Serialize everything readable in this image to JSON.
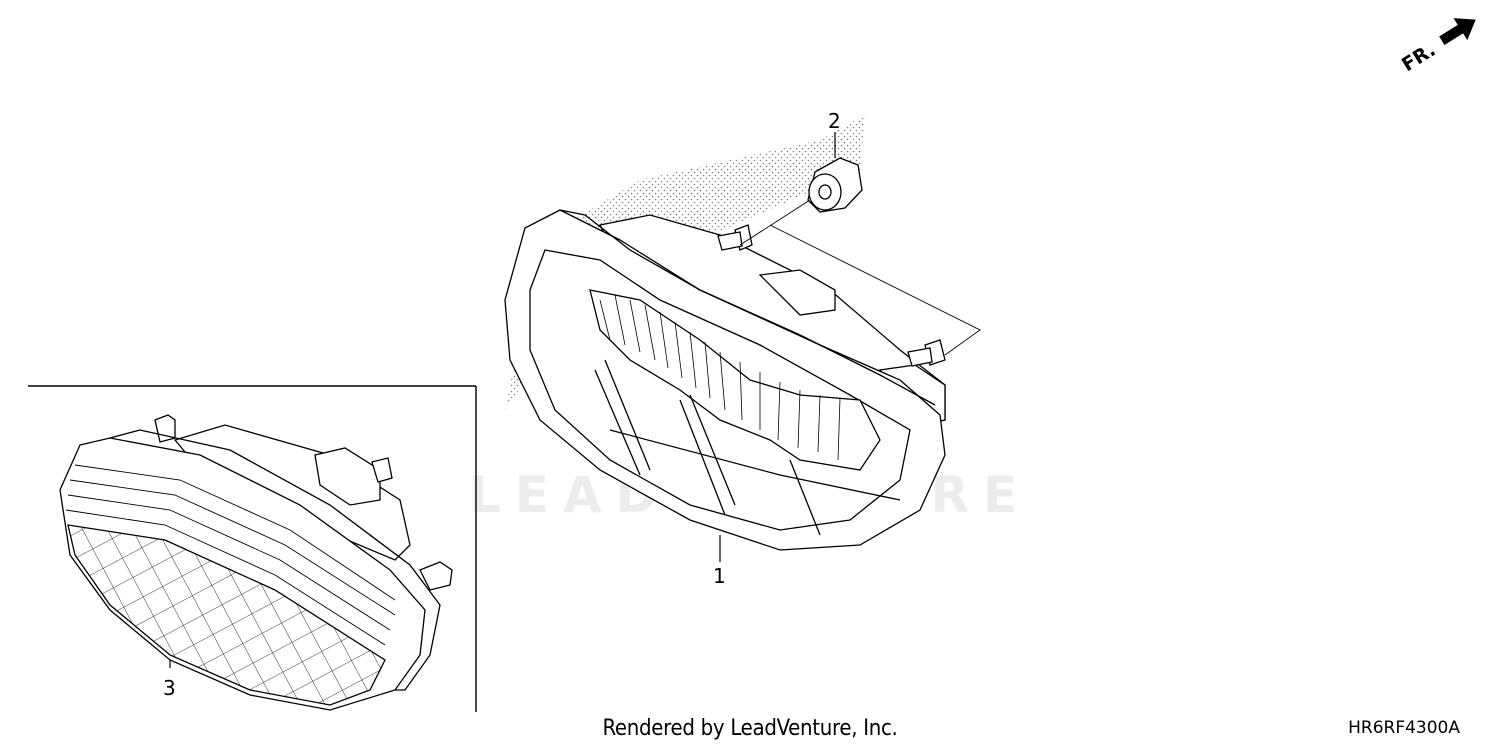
{
  "callouts": {
    "part1": "1",
    "part2": "2",
    "part3": "3"
  },
  "orientation_label": "FR.",
  "watermark_text": "LEADVENTURE",
  "footer_text": "Rendered by LeadVenture, Inc.",
  "diagram_code": "HR6RF4300A",
  "icons": [
    "front-arrow-icon"
  ]
}
